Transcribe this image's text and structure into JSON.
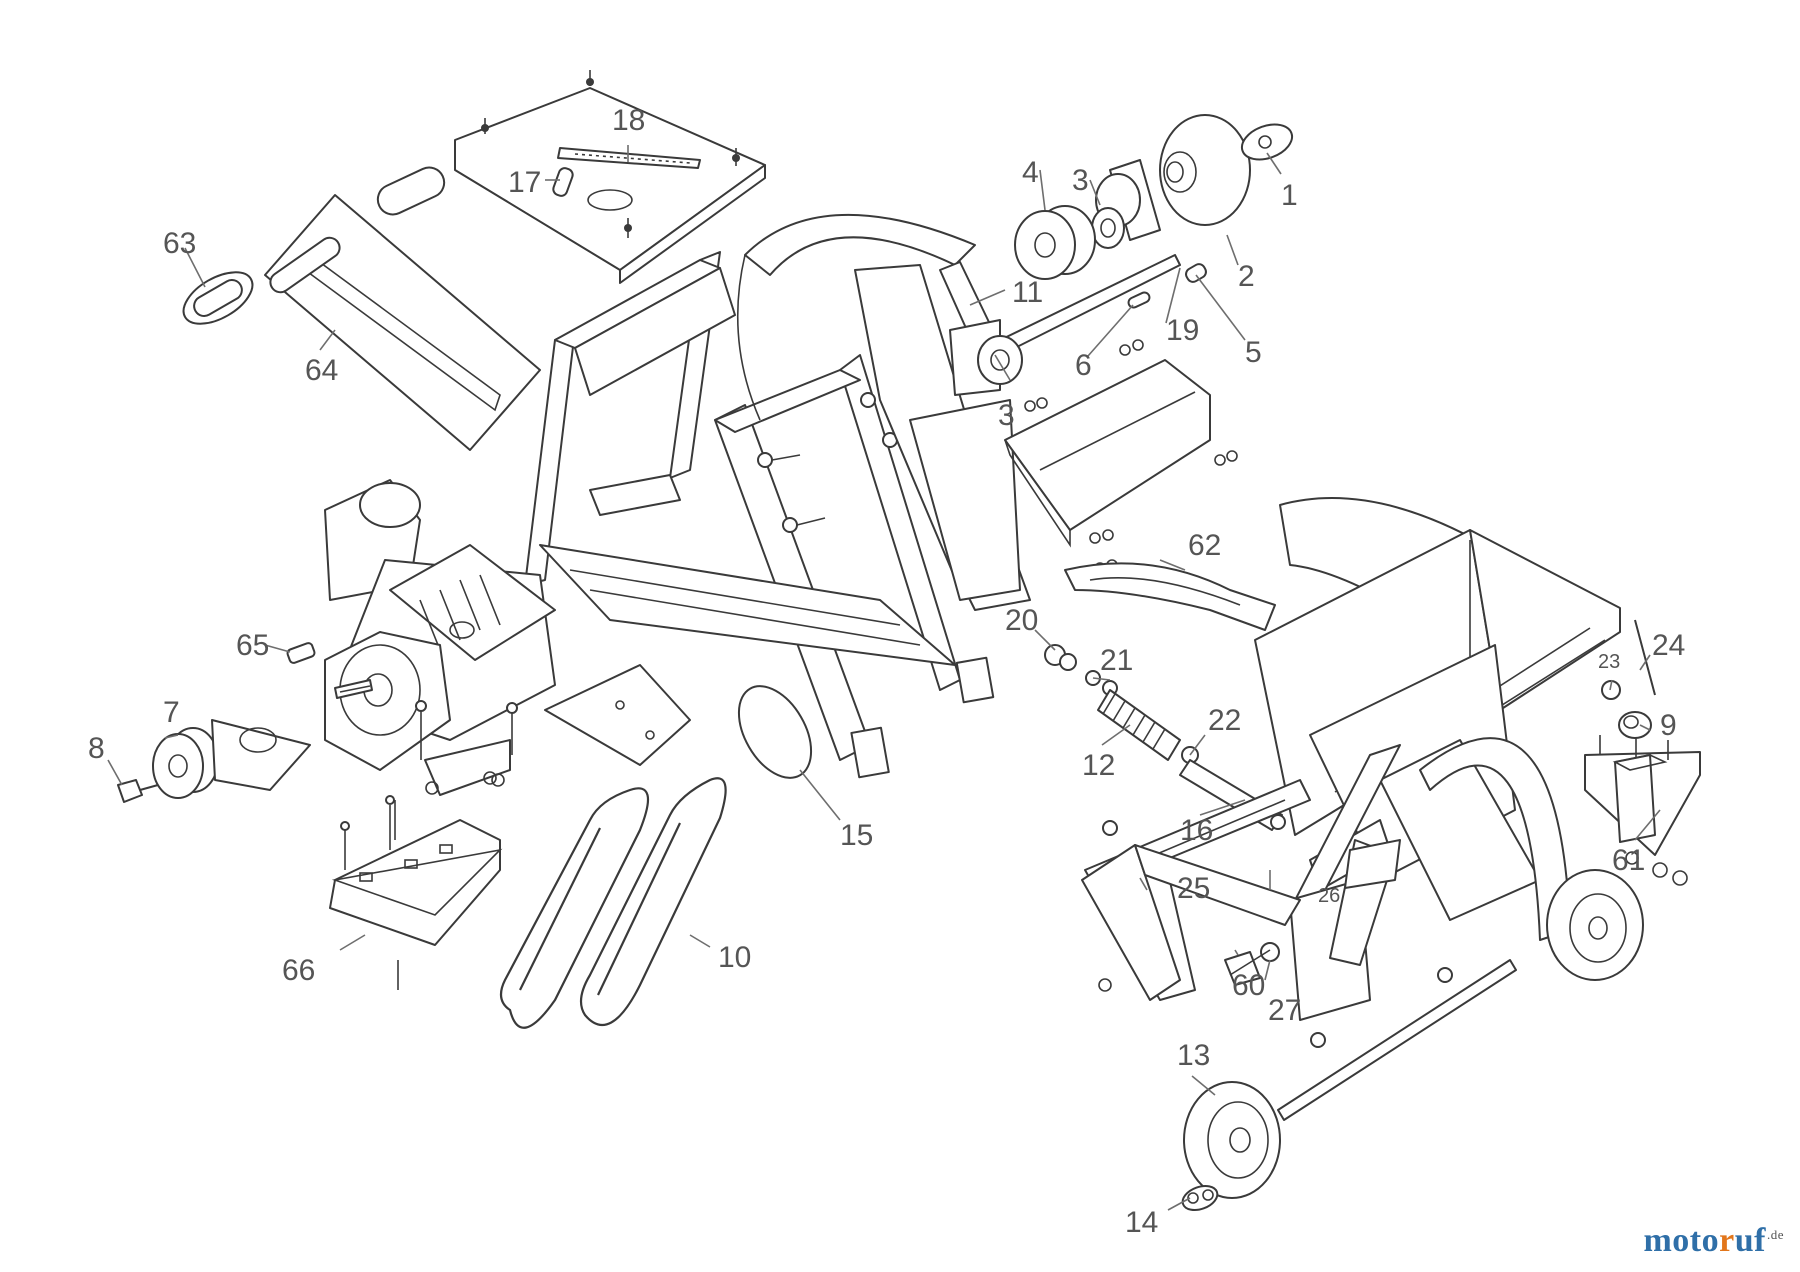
{
  "diagram": {
    "callouts": [
      "1",
      "2",
      "3",
      "3",
      "4",
      "5",
      "6",
      "7",
      "8",
      "9",
      "10",
      "11",
      "12",
      "13",
      "14",
      "15",
      "16",
      "17",
      "18",
      "19",
      "20",
      "21",
      "22",
      "23",
      "24",
      "25",
      "26",
      "27",
      "60",
      "61",
      "62",
      "63",
      "64",
      "65",
      "66"
    ]
  },
  "watermark": {
    "part1": "moto",
    "part2": "r",
    "part3": "uf",
    "suffix": ".de"
  },
  "colors": {
    "line": "#3a3a3a",
    "label": "#555555",
    "brand_blue": "#2f6fa8",
    "brand_orange": "#e2761b"
  }
}
